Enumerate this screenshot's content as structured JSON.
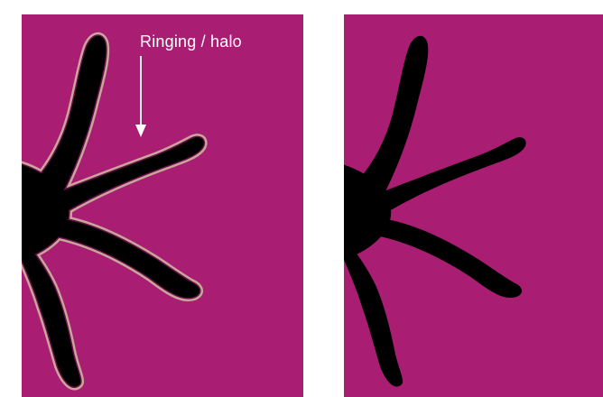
{
  "annotation": {
    "label": "Ringing / halo"
  },
  "colors": {
    "background": "#ffffff",
    "panel_fill": "#a91d73",
    "shape_fill": "#000000",
    "halo": "#c9a59b",
    "annotation": "#ffffff"
  },
  "panels": [
    {
      "variant": "with-ringing-halo"
    },
    {
      "variant": "clean"
    }
  ]
}
